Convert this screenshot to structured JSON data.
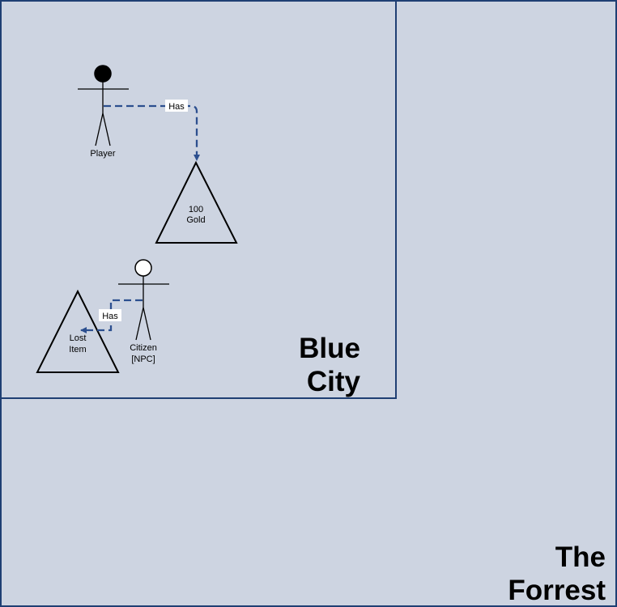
{
  "regions": {
    "forest": {
      "label": "The\nForrest"
    },
    "city": {
      "label": "Blue\nCity"
    }
  },
  "actors": [
    {
      "id": "player",
      "label": "Player",
      "head_fill": "#000000"
    },
    {
      "id": "citizen",
      "label_line1": "Citizen",
      "label_line2": "[NPC]",
      "head_fill": "#ffffff"
    }
  ],
  "items": [
    {
      "id": "gold",
      "line1": "100",
      "line2": "Gold"
    },
    {
      "id": "lost",
      "line1": "Lost",
      "line2": "Item"
    }
  ],
  "relations": [
    {
      "from": "player",
      "to": "gold",
      "label": "Has"
    },
    {
      "from": "citizen",
      "to": "lost",
      "label": "Has"
    }
  ],
  "colors": {
    "background": "#cdd4e1",
    "border": "#1f3f73",
    "connector": "#2c4f8f"
  }
}
